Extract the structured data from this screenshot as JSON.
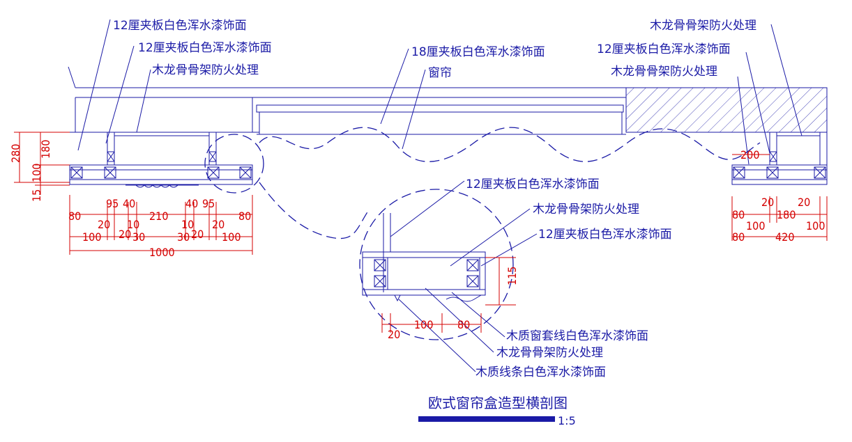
{
  "labels": {
    "left_top": "12厘夹板白色浑水漆饰面",
    "left_second": "12厘夹板白色浑水漆饰面",
    "left_frame": "木龙骨骨架防火处理",
    "center_top": "18厘夹板白色浑水漆饰面",
    "center_curtain": "窗帘",
    "right_frame_top": "木龙骨骨架防火处理",
    "right_board": "12厘夹板白色浑水漆饰面",
    "right_frame": "木龙骨骨架防火处理",
    "detail_board_top": "12厘夹板白色浑水漆饰面",
    "detail_frame": "木龙骨骨架防火处理",
    "detail_board_side": "12厘夹板白色浑水漆饰面",
    "detail_window_trim": "木质窗套线白色浑水漆饰面",
    "detail_frame_bottom": "木龙骨骨架防火处理",
    "detail_moulding": "木质线条白色浑水漆饰面"
  },
  "dimensions": {
    "left_vertical": [
      "280",
      "180",
      "100",
      "15"
    ],
    "left_row1": [
      "80",
      "95",
      "40",
      "210",
      "40",
      "95",
      "80"
    ],
    "left_row2": [
      "20",
      "10",
      "10",
      "20"
    ],
    "left_row3": [
      "100",
      "20",
      "30",
      "30",
      "20",
      "100"
    ],
    "left_total": "1000",
    "right_200": "200",
    "right_row1": [
      "80",
      "20",
      "180",
      "20"
    ],
    "right_row2": [
      "100",
      "100"
    ],
    "right_row3": [
      "80",
      "420"
    ],
    "detail_height": "115",
    "detail_row": [
      "100",
      "80"
    ],
    "detail_20": "20"
  },
  "title": "欧式窗帘盒造型横剖图",
  "scale": "1:5",
  "colors": {
    "line": "#1a1aa6",
    "dimension": "#d40000",
    "hatch": "#1a1aa6"
  }
}
